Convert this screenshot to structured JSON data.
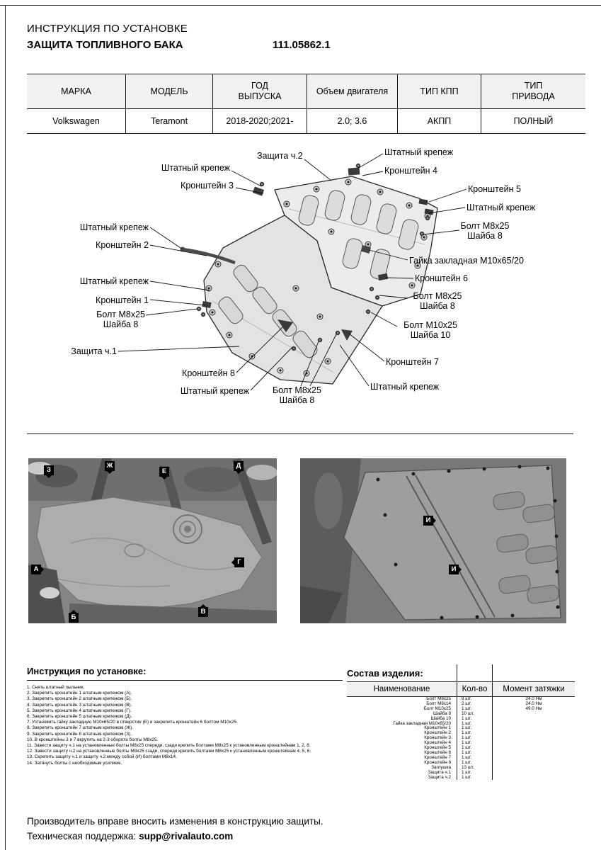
{
  "header": {
    "title_line1": "ИНСТРУКЦИЯ ПО УСТАНОВКЕ",
    "title_line2": "ЗАЩИТА ТОПЛИВНОГО БАКА",
    "part_number": "111.05862.1"
  },
  "spec_table": {
    "headers": [
      "МАРКА",
      "МОДЕЛЬ",
      "ГОД\nВЫПУСКА",
      "Объем двигателя",
      "ТИП КПП",
      "ТИП\nПРИВОДА"
    ],
    "row": [
      "Volkswagen",
      "Teramont",
      "2018-2020;2021-",
      "2.0; 3.6",
      "АКПП",
      "ПОЛНЫЙ"
    ]
  },
  "diagram": {
    "callouts": [
      "Штатный крепеж",
      "Кронштейн 3",
      "Штатный крепеж",
      "Кронштейн 2",
      "Штатный крепеж",
      "Кронштейн 1",
      "Болт М8х25\nШайба 8",
      "Защита ч.1",
      "Кронштейн 8",
      "Штатный крепеж",
      "Болт М8х25\nШайба 8",
      "Защита ч.2",
      "Штатный крепеж",
      "Кронштейн 4",
      "Кронштейн 5",
      "Штатный крепеж",
      "Болт М8х25\nШайба 8",
      "Гайка закладная М10х65/20",
      "Кронштейн 6",
      "Болт М8х25\nШайба 8",
      "Болт М10х25\nШайба 10",
      "Кронштейн 7",
      "Штатный крепеж"
    ]
  },
  "photos": {
    "left": {
      "markers": [
        "З",
        "Ж",
        "Е",
        "Д",
        "А",
        "Г",
        "Б",
        "В"
      ]
    },
    "right": {
      "markers": [
        "И",
        "И"
      ]
    }
  },
  "instructions": {
    "title": "Инструкция по установке:",
    "items": [
      "1. Снять штатный пыльник.",
      "2. Закрепить кронштейн 1 штатным крепежом (А).",
      "3. Закрепить кронштейн 2 штатным крепежом (Б).",
      "4. Закрепить кронштейн 3 штатным крепежом (В).",
      "5. Закрепить кронштейн 4 штатным крепежом (Г).",
      "6. Закрепить кронштейн 5 штатным крепежом (Д).",
      "7. Установить гайку закладную М10х65/20 в отверстие (Е) и закрепить кронштейн 6 болтом М10х25.",
      "8. Закрепить кронштейн 7 штатным крепежом (Ж).",
      "9. Закрепить кронштейн 8 штатным крепежом (З).",
      "10. В кронштейны 3 и 7 вкрутить на 2-3 оборота болты М8х25.",
      "11. Завести защиту ч.1 на установленные болты М8х25 спереди, сзади крепить болтами М8х25 к установленным кронштейнам 1, 2, 8.",
      "12. Завести защиту ч.2 на установленные болты М8х25 сзади, спереди крепить болтами М8х25 к установленным кронштейнам 4, 5, 6.",
      "13. Скрепить защиту ч.1 и защиту ч.2 между собой (И) болтами М8х14.",
      "14. Затянуть болты с необходимым усилием."
    ]
  },
  "parts": {
    "title": "Состав изделия:",
    "headers": [
      "Наименование",
      "Кол-во",
      "Момент затяжки"
    ],
    "rows": [
      {
        "name": "Болт М8х25",
        "qty": "8 шт.",
        "torque": "24.0 Нм"
      },
      {
        "name": "Болт М8х14",
        "qty": "2 шт.",
        "torque": "24.0 Нм"
      },
      {
        "name": "Болт М10х25",
        "qty": "1 шт.",
        "torque": "49.0 Нм"
      },
      {
        "name": "Шайба 8",
        "qty": "10 шт.",
        "torque": ""
      },
      {
        "name": "Шайба 10",
        "qty": "1 шт.",
        "torque": ""
      },
      {
        "name": "Гайка закладная М10х65/20",
        "qty": "1 шт.",
        "torque": ""
      },
      {
        "name": "Кронштейн 1",
        "qty": "1 шт.",
        "torque": ""
      },
      {
        "name": "Кронштейн 2",
        "qty": "1 шт.",
        "torque": ""
      },
      {
        "name": "Кронштейн 3",
        "qty": "1 шт.",
        "torque": ""
      },
      {
        "name": "Кронштейн 4",
        "qty": "1 шт.",
        "torque": ""
      },
      {
        "name": "Кронштейн 5",
        "qty": "1 шт.",
        "torque": ""
      },
      {
        "name": "Кронштейн 6",
        "qty": "1 шт.",
        "torque": ""
      },
      {
        "name": "Кронштейн 7",
        "qty": "1 шт.",
        "torque": ""
      },
      {
        "name": "Кронштейн 8",
        "qty": "1 шт.",
        "torque": ""
      },
      {
        "name": "Заглушка",
        "qty": "13 шт.",
        "torque": ""
      },
      {
        "name": "Защита ч.1",
        "qty": "1 шт.",
        "torque": ""
      },
      {
        "name": "Защита ч.2",
        "qty": "1 шт.",
        "torque": ""
      }
    ]
  },
  "footer": {
    "line1": "Производитель вправе вносить изменения в конструкцию защиты.",
    "support_label": "Техническая поддержка:",
    "support_email": "supp@rivalauto.com"
  }
}
